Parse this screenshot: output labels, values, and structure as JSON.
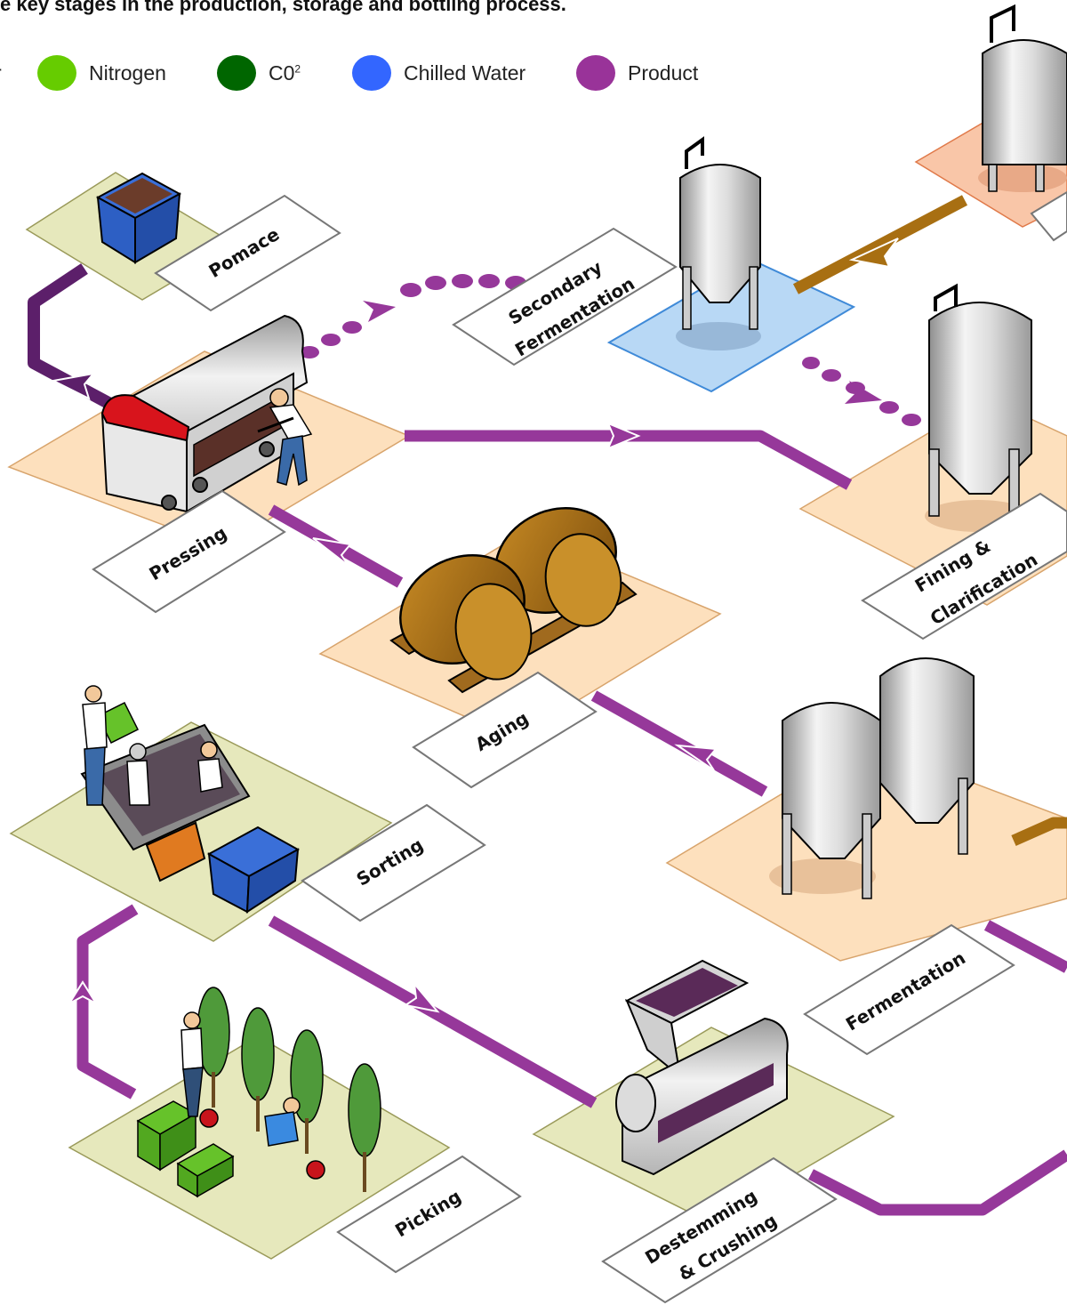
{
  "subtitle": "e key stages in the production, storage and bottling process.",
  "legend": [
    {
      "label": "r",
      "color": "#b07a1c"
    },
    {
      "label": "Nitrogen",
      "color": "#66cc00"
    },
    {
      "label": "C0",
      "sup": "2",
      "color": "#006600"
    },
    {
      "label": "Chilled Water",
      "color": "#3366ff"
    },
    {
      "label": "Product",
      "color": "#993399"
    }
  ],
  "colors": {
    "product": "#96389a",
    "product_dark": "#5c1f6a",
    "water": "#a86f12",
    "pad_peach": "#fde0bd",
    "pad_green": "#e6e8bc",
    "pad_blue": "#b8d8f5",
    "pad_orange": "#f9c6a8"
  },
  "stages": {
    "pomace": "Pomace",
    "pressing": "Pressing",
    "secondary_1": "Secondary",
    "secondary_2": "Fermentation",
    "fining_1": "Fining &",
    "fining_2": "Clarification",
    "aging": "Aging",
    "sorting": "Sorting",
    "fermentation": "Fermentation",
    "picking": "Picking",
    "destemming_1": "Destemming",
    "destemming_2": "& Crushing"
  }
}
